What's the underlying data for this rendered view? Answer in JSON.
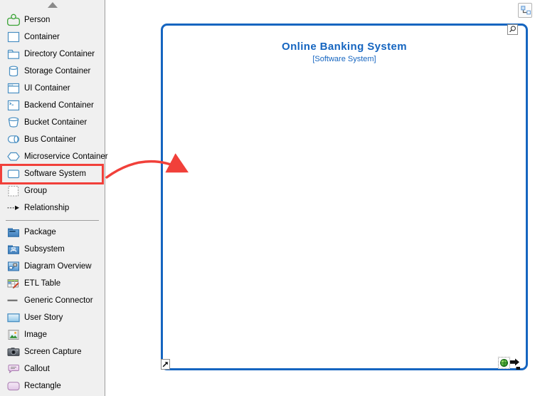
{
  "palette": {
    "scroll_up_icon": "scroll-up-arrow",
    "groups": [
      {
        "items": [
          {
            "label": "Person",
            "icon": "person-icon"
          },
          {
            "label": "Container",
            "icon": "container-icon"
          },
          {
            "label": "Directory Container",
            "icon": "directory-container-icon"
          },
          {
            "label": "Storage Container",
            "icon": "storage-container-icon"
          },
          {
            "label": "UI Container",
            "icon": "ui-container-icon"
          },
          {
            "label": "Backend Container",
            "icon": "backend-container-icon"
          },
          {
            "label": "Bucket Container",
            "icon": "bucket-container-icon"
          },
          {
            "label": "Bus Container",
            "icon": "bus-container-icon"
          },
          {
            "label": "Microservice Container",
            "icon": "microservice-container-icon"
          },
          {
            "label": "Software System",
            "icon": "software-system-icon",
            "highlighted": true
          },
          {
            "label": "Group",
            "icon": "group-icon"
          },
          {
            "label": "Relationship",
            "icon": "relationship-icon"
          }
        ]
      },
      {
        "items": [
          {
            "label": "Package",
            "icon": "package-icon"
          },
          {
            "label": "Subsystem",
            "icon": "subsystem-icon"
          },
          {
            "label": "Diagram Overview",
            "icon": "diagram-overview-icon"
          },
          {
            "label": "ETL Table",
            "icon": "etl-table-icon"
          },
          {
            "label": "Generic Connector",
            "icon": "generic-connector-icon"
          },
          {
            "label": "User Story",
            "icon": "user-story-icon"
          },
          {
            "label": "Image",
            "icon": "image-icon"
          },
          {
            "label": "Screen Capture",
            "icon": "screen-capture-icon"
          },
          {
            "label": "Callout",
            "icon": "callout-icon"
          },
          {
            "label": "Rectangle",
            "icon": "rectangle-icon"
          }
        ]
      }
    ]
  },
  "canvas": {
    "system_node": {
      "title": "Online Banking System",
      "subtitle": "[Software System]"
    },
    "corner_icons": [
      "magnifier-icon",
      "open-spec-arrow-icon",
      "sub-diagram-resource-icon",
      "fit-size-icon",
      "connector-widget-icon"
    ]
  },
  "colors": {
    "palette_bg": "#f0f0f0",
    "icon_blue": "#4a8fc2",
    "person_green": "#3aa335",
    "node_blue": "#1565c0",
    "annotation_red": "#f1403a"
  }
}
